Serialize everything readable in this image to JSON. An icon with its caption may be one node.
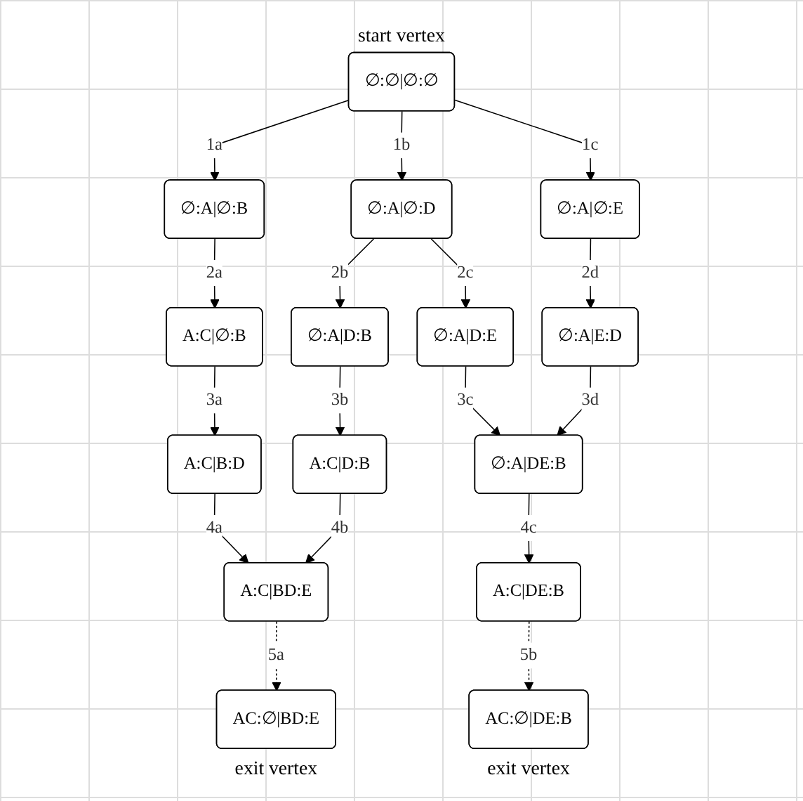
{
  "diagram": {
    "nodes": [
      {
        "text": [
          "∅:∅|∅:∅"
        ],
        "beside": [
          "start vertex"
        ]
      },
      {
        "text": [
          "∅:A|∅:B"
        ]
      },
      {
        "text": [
          "∅:A|∅:D"
        ]
      },
      {
        "text": [
          "∅:A|∅:E"
        ]
      },
      {
        "text": [
          "A:C|∅:B"
        ]
      },
      {
        "text": [
          "∅:A|D:B"
        ]
      },
      {
        "text": [
          "∅:A|D:E"
        ]
      },
      {
        "text": [
          "∅:A|E:D"
        ]
      },
      {
        "text": [
          "A:C|B:D"
        ]
      },
      {
        "text": [
          "A:C|D:B"
        ]
      },
      {
        "text": [
          "∅:A|DE:B"
        ]
      },
      {
        "text": [
          "A:C|BD:E"
        ]
      },
      {
        "text": [
          "A:C|DE:B"
        ]
      },
      {
        "text": [
          "AC:∅|BD:E"
        ],
        "beside": [
          "exit vertex"
        ]
      },
      {
        "text": [
          "AC:∅|DE:B"
        ],
        "beside": [
          "exit vertex"
        ]
      }
    ],
    "edges": [
      {
        "from": 0,
        "to": 1,
        "arrow": "to",
        "label": "1a"
      },
      {
        "from": 0,
        "to": 2,
        "arrow": "to",
        "label": "1b"
      },
      {
        "from": 0,
        "to": 3,
        "arrow": "to",
        "label": "1c"
      },
      {
        "from": 1,
        "to": 4,
        "arrow": "to",
        "label": "2a"
      },
      {
        "from": 2,
        "to": 5,
        "arrow": "to",
        "label": "2b"
      },
      {
        "from": 2,
        "to": 6,
        "arrow": "to",
        "label": "2c"
      },
      {
        "from": 3,
        "to": 7,
        "arrow": "to",
        "label": "2d"
      },
      {
        "from": 4,
        "to": 8,
        "arrow": "to",
        "label": "3a"
      },
      {
        "from": 5,
        "to": 9,
        "arrow": "to",
        "label": "3b"
      },
      {
        "from": 6,
        "to": 10,
        "arrow": "to",
        "label": "3c"
      },
      {
        "from": 7,
        "to": 10,
        "arrow": "to",
        "label": "3d"
      },
      {
        "from": 8,
        "to": 11,
        "arrow": "to",
        "label": "4a"
      },
      {
        "from": 9,
        "to": 11,
        "arrow": "to",
        "label": "4b"
      },
      {
        "from": 10,
        "to": 12,
        "arrow": "to",
        "label": "4c"
      },
      {
        "from": 11,
        "to": 13,
        "arrow": "to",
        "label": "5a",
        "style": "dashed"
      },
      {
        "from": 12,
        "to": 14,
        "arrow": "to",
        "label": "5b",
        "style": "dashed"
      }
    ]
  }
}
